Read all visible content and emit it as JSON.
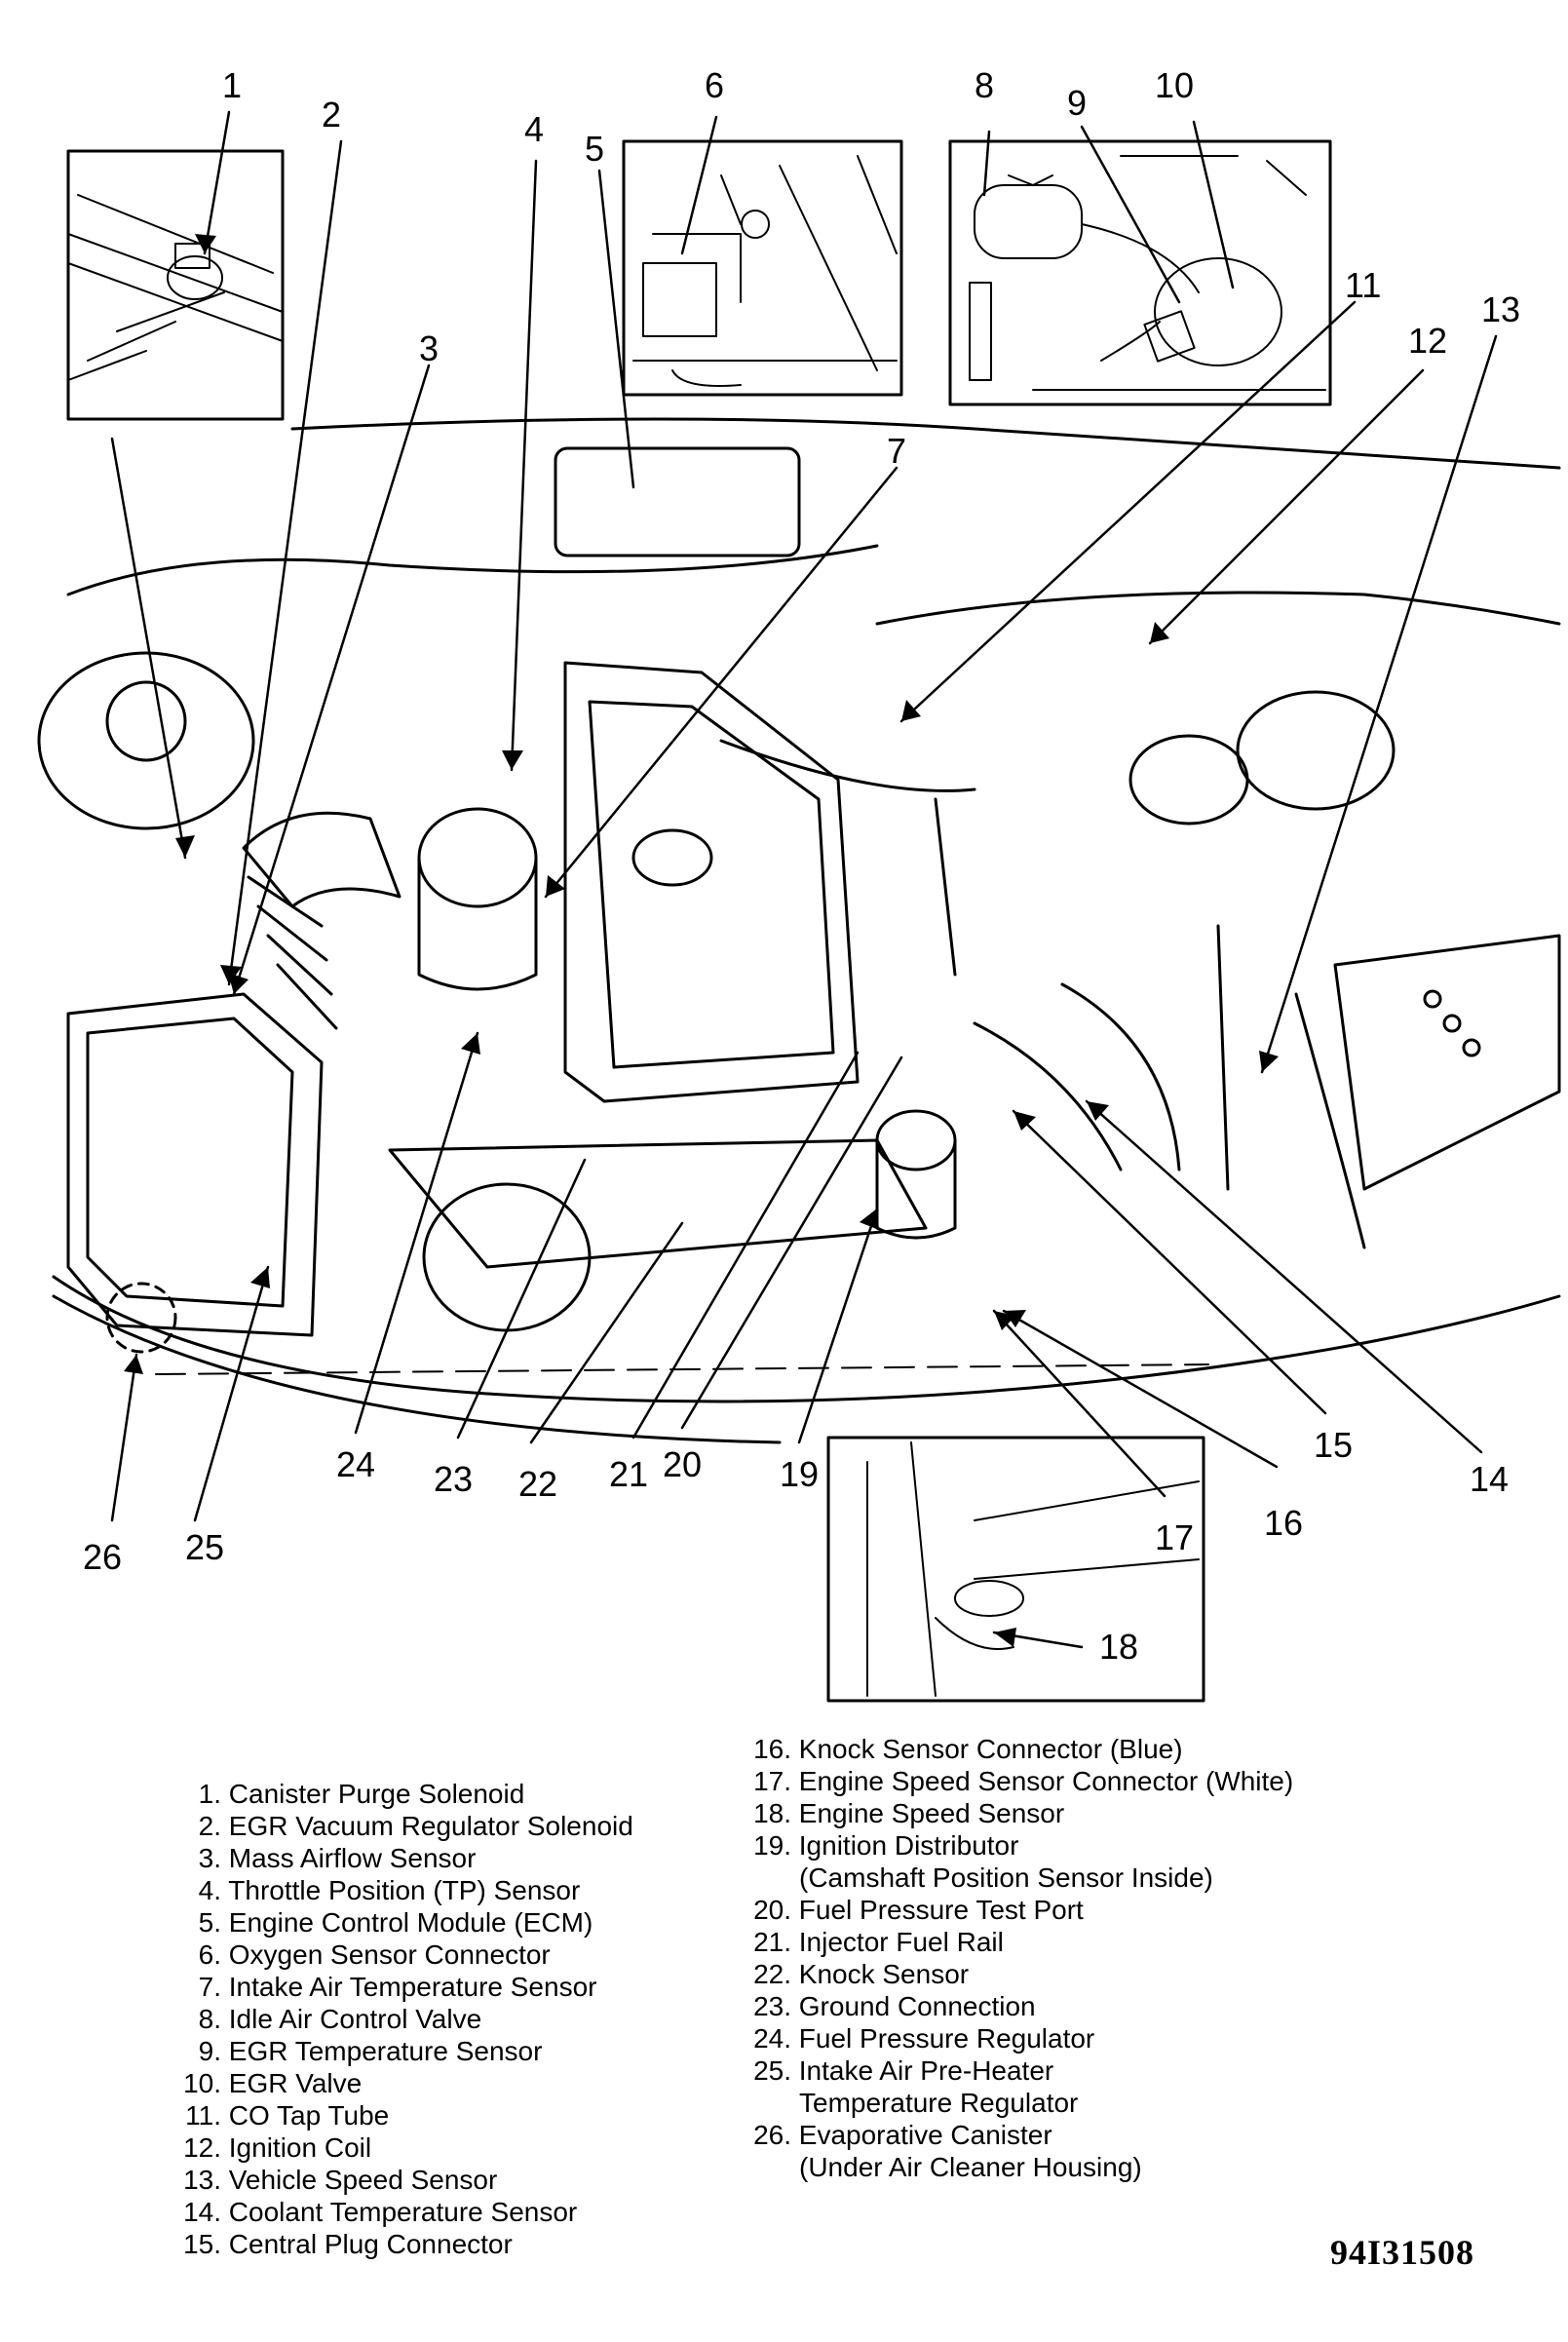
{
  "figure_id": "94I31508",
  "callouts": [
    "1",
    "2",
    "3",
    "4",
    "5",
    "6",
    "7",
    "8",
    "9",
    "10",
    "11",
    "12",
    "13",
    "14",
    "15",
    "16",
    "17",
    "18",
    "19",
    "20",
    "21",
    "22",
    "23",
    "24",
    "25",
    "26"
  ],
  "legend_left": [
    {
      "num": "1.",
      "label": "Canister Purge Solenoid"
    },
    {
      "num": "2.",
      "label": "EGR Vacuum Regulator Solenoid"
    },
    {
      "num": "3.",
      "label": "Mass Airflow Sensor"
    },
    {
      "num": "4.",
      "label": "Throttle Position (TP) Sensor"
    },
    {
      "num": "5.",
      "label": "Engine Control Module (ECM)"
    },
    {
      "num": "6.",
      "label": "Oxygen Sensor Connector"
    },
    {
      "num": "7.",
      "label": "Intake Air Temperature Sensor"
    },
    {
      "num": "8.",
      "label": "Idle Air Control Valve"
    },
    {
      "num": "9.",
      "label": "EGR Temperature Sensor"
    },
    {
      "num": "10.",
      "label": "EGR Valve"
    },
    {
      "num": "11.",
      "label": "CO Tap Tube"
    },
    {
      "num": "12.",
      "label": "Ignition Coil"
    },
    {
      "num": "13.",
      "label": "Vehicle Speed Sensor"
    },
    {
      "num": "14.",
      "label": "Coolant Temperature Sensor"
    },
    {
      "num": "15.",
      "label": "Central Plug Connector"
    }
  ],
  "legend_right": [
    {
      "num": "16.",
      "label": "Knock Sensor Connector (Blue)",
      "cont": ""
    },
    {
      "num": "17.",
      "label": "Engine Speed Sensor Connector (White)",
      "cont": ""
    },
    {
      "num": "18.",
      "label": "Engine Speed Sensor",
      "cont": ""
    },
    {
      "num": "19.",
      "label": "Ignition Distributor",
      "cont": "(Camshaft Position Sensor Inside)"
    },
    {
      "num": "20.",
      "label": "Fuel Pressure Test Port",
      "cont": ""
    },
    {
      "num": "21.",
      "label": "Injector Fuel Rail",
      "cont": ""
    },
    {
      "num": "22.",
      "label": "Knock Sensor",
      "cont": ""
    },
    {
      "num": "23.",
      "label": "Ground Connection",
      "cont": ""
    },
    {
      "num": "24.",
      "label": "Fuel Pressure Regulator",
      "cont": ""
    },
    {
      "num": "25.",
      "label": "Intake Air Pre-Heater",
      "cont": "Temperature Regulator"
    },
    {
      "num": "26.",
      "label": "Evaporative Canister",
      "cont": "(Under Air Cleaner Housing)"
    }
  ],
  "colors": {
    "ink": "#000000",
    "paper": "#ffffff"
  }
}
